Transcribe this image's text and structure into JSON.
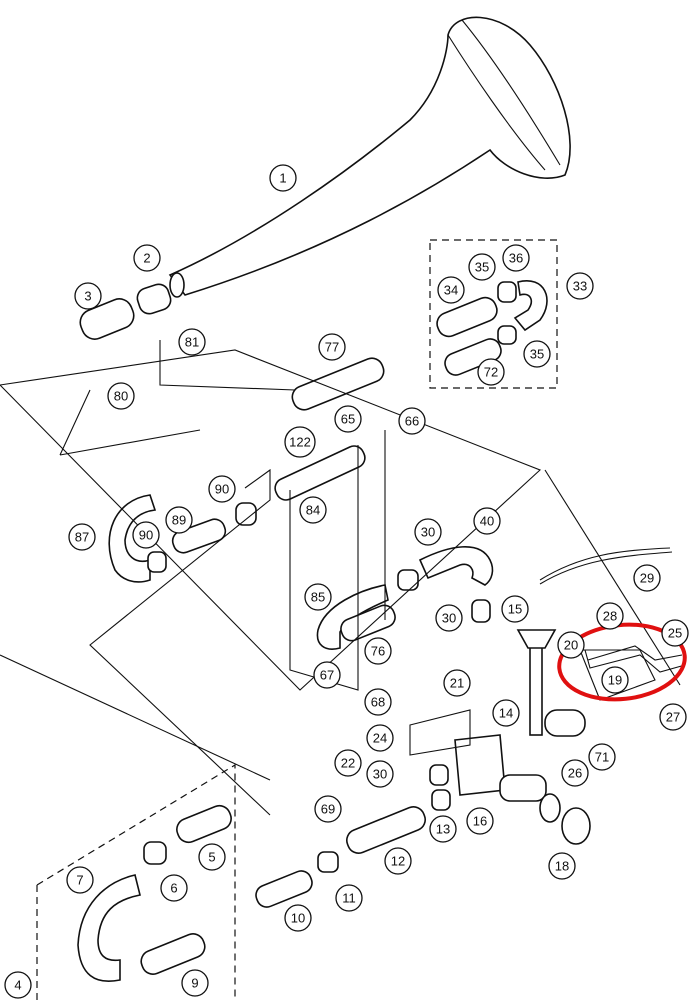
{
  "diagram": {
    "parts": [
      {
        "id": "p1",
        "label": "1"
      },
      {
        "id": "p2",
        "label": "2"
      },
      {
        "id": "p3",
        "label": "3"
      },
      {
        "id": "p4",
        "label": "4"
      },
      {
        "id": "p5",
        "label": "5"
      },
      {
        "id": "p6",
        "label": "6"
      },
      {
        "id": "p7",
        "label": "7"
      },
      {
        "id": "p9",
        "label": "9"
      },
      {
        "id": "p10",
        "label": "10"
      },
      {
        "id": "p11",
        "label": "11"
      },
      {
        "id": "p12",
        "label": "12"
      },
      {
        "id": "p13",
        "label": "13"
      },
      {
        "id": "p14",
        "label": "14"
      },
      {
        "id": "p15",
        "label": "15"
      },
      {
        "id": "p16",
        "label": "16"
      },
      {
        "id": "p18",
        "label": "18"
      },
      {
        "id": "p19",
        "label": "19"
      },
      {
        "id": "p20",
        "label": "20"
      },
      {
        "id": "p21",
        "label": "21"
      },
      {
        "id": "p22",
        "label": "22"
      },
      {
        "id": "p24",
        "label": "24"
      },
      {
        "id": "p25",
        "label": "25"
      },
      {
        "id": "p26",
        "label": "26"
      },
      {
        "id": "p27",
        "label": "27"
      },
      {
        "id": "p28",
        "label": "28"
      },
      {
        "id": "p29",
        "label": "29"
      },
      {
        "id": "p30a",
        "label": "30"
      },
      {
        "id": "p30b",
        "label": "30"
      },
      {
        "id": "p30c",
        "label": "30"
      },
      {
        "id": "p33",
        "label": "33"
      },
      {
        "id": "p34",
        "label": "34"
      },
      {
        "id": "p35a",
        "label": "35"
      },
      {
        "id": "p35b",
        "label": "35"
      },
      {
        "id": "p36",
        "label": "36"
      },
      {
        "id": "p40",
        "label": "40"
      },
      {
        "id": "p65",
        "label": "65"
      },
      {
        "id": "p66",
        "label": "66"
      },
      {
        "id": "p67",
        "label": "67"
      },
      {
        "id": "p68",
        "label": "68"
      },
      {
        "id": "p69",
        "label": "69"
      },
      {
        "id": "p71",
        "label": "71"
      },
      {
        "id": "p72",
        "label": "72"
      },
      {
        "id": "p76",
        "label": "76"
      },
      {
        "id": "p77",
        "label": "77"
      },
      {
        "id": "p80",
        "label": "80"
      },
      {
        "id": "p81",
        "label": "81"
      },
      {
        "id": "p84",
        "label": "84"
      },
      {
        "id": "p85",
        "label": "85"
      },
      {
        "id": "p87",
        "label": "87"
      },
      {
        "id": "p89",
        "label": "89"
      },
      {
        "id": "p90a",
        "label": "90"
      },
      {
        "id": "p90b",
        "label": "90"
      },
      {
        "id": "p122",
        "label": "122"
      }
    ],
    "highlight": {
      "color": "#e01010",
      "note": "parts 19, 20, 25, 28 circled"
    }
  }
}
